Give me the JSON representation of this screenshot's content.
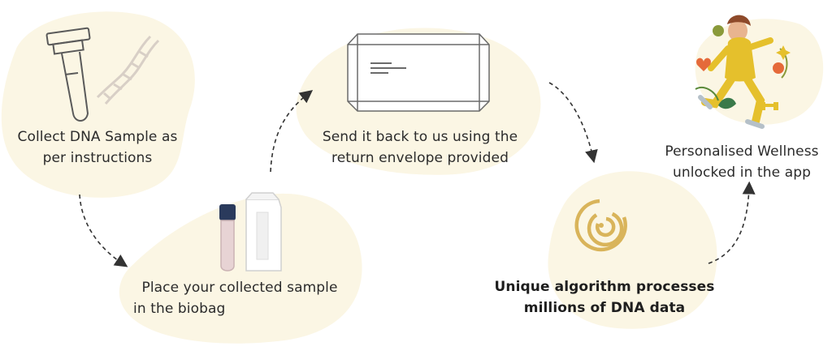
{
  "steps": [
    {
      "lines": [
        "Collect DNA Sample as",
        "per instructions"
      ],
      "icon": "test-tube-icon"
    },
    {
      "lines": [
        "Place your collected sample",
        "in the biobag"
      ],
      "icon": "vial-and-biobag-icon"
    },
    {
      "lines": [
        "Send it back to us using the",
        "return envelope provided"
      ],
      "icon": "envelope-icon"
    },
    {
      "lines": [
        "Unique algorithm processes",
        "millions of DNA data"
      ],
      "icon": "concentric-circles-icon"
    },
    {
      "lines": [
        "Personalised Wellness",
        "unlocked in the app"
      ],
      "icon": "wellness-person-icon"
    }
  ],
  "colors": {
    "blob": "#fbf6e4",
    "accent": "#d9b45a",
    "stroke": "#5a5a5a",
    "arrow": "#333333",
    "text": "#2b2b2b"
  }
}
